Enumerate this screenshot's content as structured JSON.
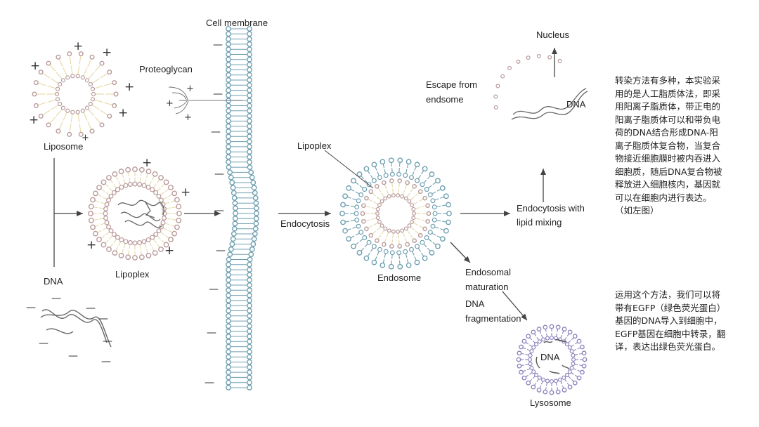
{
  "labels": {
    "cell_membrane": "Cell membrane",
    "liposome": "Liposome",
    "proteoglycan": "Proteoglycan",
    "lipoplex_left": "Lipoplex",
    "dna_left": "DNA",
    "endocytosis": "Endocytosis",
    "lipoplex_pointer": "Lipoplex",
    "endosome": "Endosome",
    "escape_line1": "Escape from",
    "escape_line2": "endsome",
    "nucleus": "Nucleus",
    "dna_escape": "DNA",
    "endo_mix_line1": "Endocytosis with",
    "endo_mix_line2": "lipid mixing",
    "endosomal_line1": "Endosomal",
    "endosomal_line2": "maturation",
    "frag_line1": "DNA",
    "frag_line2": "fragmentation",
    "dna_lysosome": "DNA",
    "lysosome": "Lysosome"
  },
  "signs": {
    "plus": "+",
    "minus": "—"
  },
  "notes": {
    "para1": "转染方法有多种，本实验采\n用的是人工脂质体法，即采\n用阳离子脂质体，带正电的\n阳离子脂质体可以和带负电\n荷的DNA结合形成DNA-阳\n离子脂质体复合物，当复合\n物接近细胞膜时被内吞进入\n细胞质，随后DNA复合物被\n释放进入细胞核内，基因就\n可以在细胞内进行表达。\n（如左图）",
    "para2": "运用这个方法，我们可以将\n带有EGFP（绿色荧光蛋白）\n基因的DNA导入到细胞中，\nEGFP基因在细胞中转录，翻\n译，表达出绿色荧光蛋白。"
  },
  "colors": {
    "membrane_teal": "#6e9fb0",
    "lipid_rose": "#b99a9a",
    "lipid_yellow": "#e6d9a6",
    "lysosome_purple": "#8c84bf",
    "dna_gray": "#666666",
    "arrow": "#444444"
  }
}
